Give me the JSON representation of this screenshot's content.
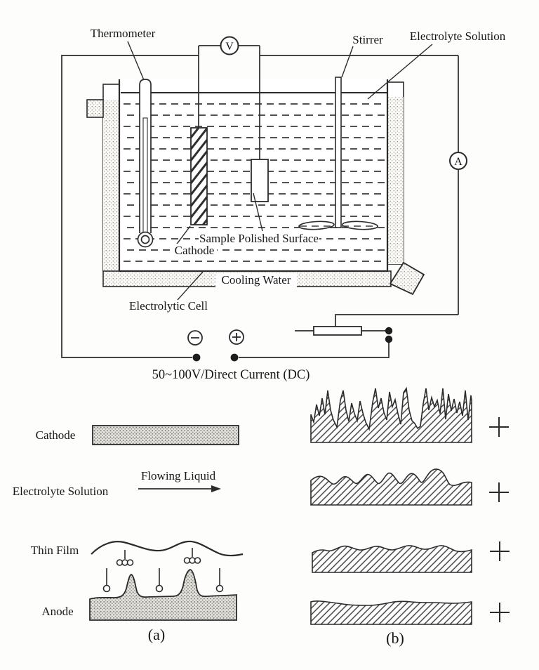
{
  "apparatus": {
    "thermometer_label": "Thermometer",
    "stirrer_label": "Stirrer",
    "electrolyte_solution_label": "Electrolyte Solution",
    "voltmeter_letter": "V",
    "ammeter_letter": "A",
    "sample_label": "Sample Polished Surface",
    "cathode_label": "Cathode",
    "cooling_water_label": "Cooling Water",
    "cell_label": "Electrolytic Cell",
    "supply_label": "50~100V/Direct Current (DC)",
    "polarity_icons": {
      "negative": "−",
      "positive": "+"
    }
  },
  "panel_a": {
    "cathode_label": "Cathode",
    "electrolyte_label": "Electrolyte Solution",
    "flowing_liquid_label": "Flowing Liquid",
    "thin_film_label": "Thin Film",
    "anode_label": "Anode",
    "caption": "(a)"
  },
  "panel_b": {
    "caption": "(b)",
    "stage_count": 4,
    "polarity_icon": "+"
  },
  "colors": {
    "ink": "#2b2b2b",
    "paper": "#fdfdfc"
  }
}
